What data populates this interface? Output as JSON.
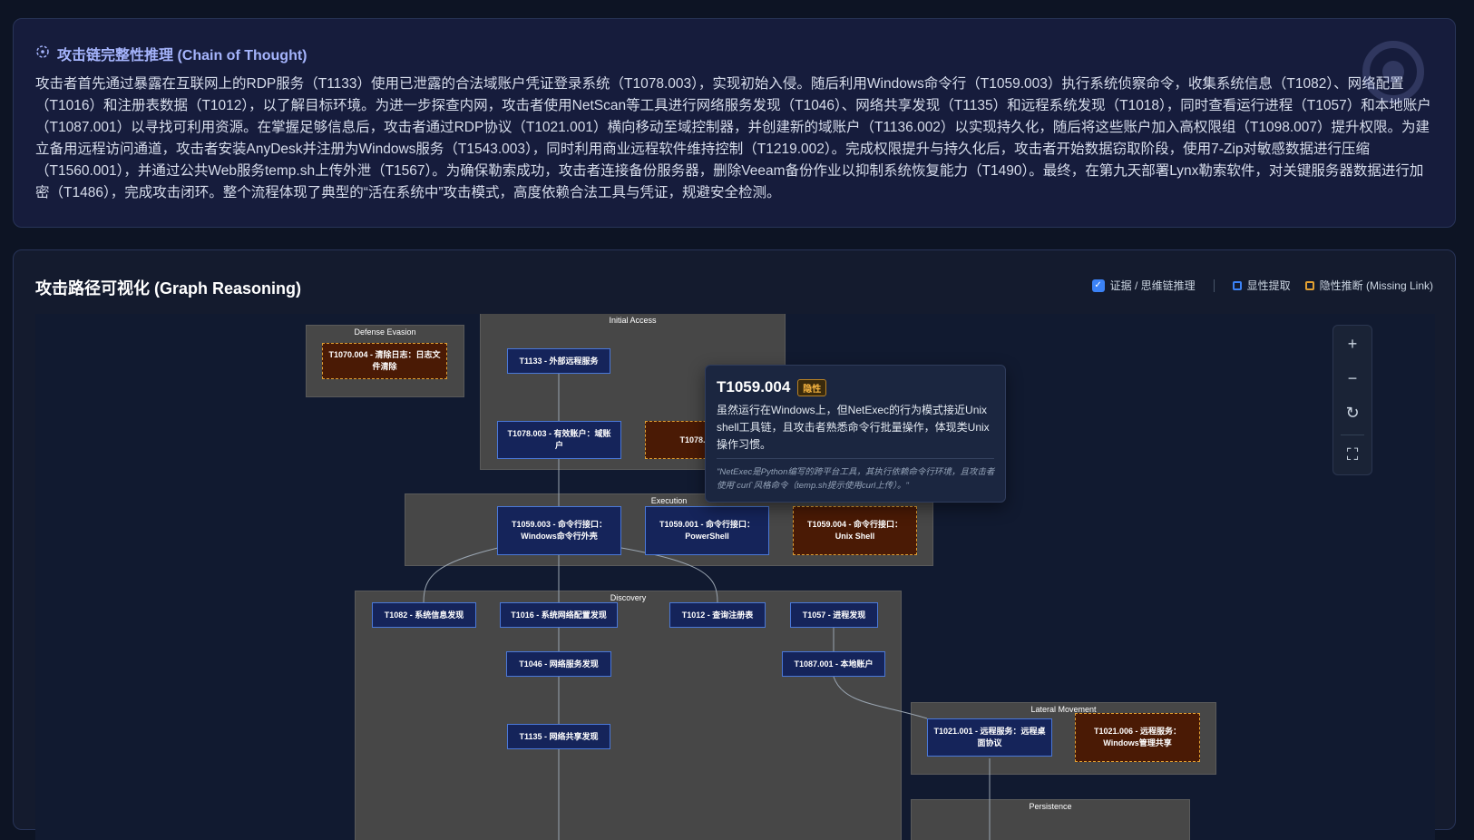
{
  "chain_of_thought": {
    "title": "攻击链完整性推理 (Chain of Thought)",
    "icon": "thinking-icon",
    "text": "攻击者首先通过暴露在互联网上的RDP服务（T1133）使用已泄露的合法域账户凭证登录系统（T1078.003），实现初始入侵。随后利用Windows命令行（T1059.003）执行系统侦察命令，收集系统信息（T1082）、网络配置（T1016）和注册表数据（T1012），以了解目标环境。为进一步探查内网，攻击者使用NetScan等工具进行网络服务发现（T1046）、网络共享发现（T1135）和远程系统发现（T1018），同时查看运行进程（T1057）和本地账户（T1087.001）以寻找可利用资源。在掌握足够信息后，攻击者通过RDP协议（T1021.001）横向移动至域控制器，并创建新的域账户（T1136.002）以实现持久化，随后将这些账户加入高权限组（T1098.007）提升权限。为建立备用远程访问通道，攻击者安装AnyDesk并注册为Windows服务（T1543.003），同时利用商业远程软件维持控制（T1219.002）。完成权限提升与持久化后，攻击者开始数据窃取阶段，使用7-Zip对敏感数据进行压缩（T1560.001），并通过公共Web服务temp.sh上传外泄（T1567）。为确保勒索成功，攻击者连接备份服务器，删除Veeam备份作业以抑制系统恢复能力（T1490）。最终，在第九天部署Lynx勒索软件，对关键服务器数据进行加密（T1486），完成攻击闭环。整个流程体现了典型的“活在系统中”攻击模式，高度依赖合法工具与凭证，规避安全检测。"
  },
  "graph": {
    "title": "攻击路径可视化 (Graph Reasoning)",
    "legend": {
      "evidence_label": "证据 / 思维链推理",
      "explicit_label": "显性提取",
      "implicit_label": "隐性推断 (Missing Link)"
    },
    "colors": {
      "explicit_border": "#4a78d8",
      "implicit_border": "#e2a032",
      "group_bg": "#474747",
      "accent": "#3b82f6"
    },
    "groups": {
      "defense_evasion": "Defense Evasion",
      "initial_access": "Initial Access",
      "execution": "Execution",
      "discovery": "Discovery",
      "lateral_movement": "Lateral Movement",
      "persistence": "Persistence"
    },
    "nodes": {
      "t1070_004": "T1070.004 - 清除日志：日志文件清除",
      "t1133": "T1133 - 外部远程服务",
      "t1078_003": "T1078.003 - 有效账户：域账户",
      "t1078_004": "T1078.004 - 地",
      "t1059_003": "T1059.003 - 命令行接口：Windows命令行外壳",
      "t1059_001": "T1059.001 - 命令行接口：PowerShell",
      "t1059_004": "T1059.004 - 命令行接口：Unix Shell",
      "t1082": "T1082 - 系统信息发现",
      "t1016": "T1016 - 系统网络配置发现",
      "t1012": "T1012 - 查询注册表",
      "t1057": "T1057 - 进程发现",
      "t1046": "T1046 - 网络服务发现",
      "t1087_001": "T1087.001 - 本地账户",
      "t1135": "T1135 - 网络共享发现",
      "t1021_001": "T1021.001 - 远程服务：远程桌面协议",
      "t1021_006": "T1021.006 - 远程服务：Windows管理共享"
    },
    "controls": {
      "zoom_in": "+",
      "zoom_out": "−",
      "reset": "↻",
      "fullscreen": "⛶"
    },
    "tooltip": {
      "title": "T1059.004",
      "badge": "隐性",
      "description": "虽然运行在Windows上，但NetExec的行为模式接近Unix shell工具链，且攻击者熟悉命令行批量操作，体现类Unix操作习惯。",
      "evidence": "\"NetExec是Python编写的跨平台工具，其执行依赖命令行环境，且攻击者使用`curl`风格命令（temp.sh提示使用curl上传）。\""
    }
  }
}
